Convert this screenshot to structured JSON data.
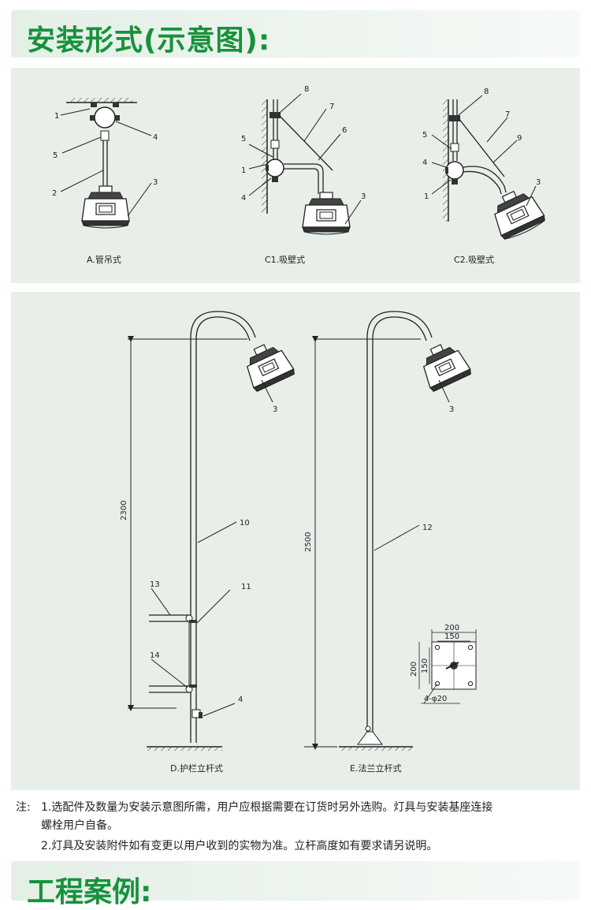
{
  "header": {
    "title": "安装形式(示意图):"
  },
  "diagram_top": {
    "captions": [
      "A.管吊式",
      "C1.吸壁式",
      "C2.吸壁式"
    ],
    "a_numbers": [
      "1",
      "4",
      "5",
      "2",
      "3"
    ],
    "c1_numbers": [
      "8",
      "7",
      "5",
      "6",
      "1",
      "4",
      "3"
    ],
    "c2_numbers": [
      "8",
      "7",
      "5",
      "9",
      "4",
      "1",
      "3"
    ]
  },
  "diagram_bottom": {
    "captions": [
      "D.护栏立杆式",
      "E.法兰立杆式"
    ],
    "d_numbers": [
      "3",
      "10",
      "11",
      "13",
      "14",
      "4"
    ],
    "d_height": "2300",
    "e_numbers": [
      "3",
      "12"
    ],
    "e_height": "2500",
    "flange": {
      "outer": "200",
      "inner": "150",
      "side_outer": "200",
      "side_inner": "150",
      "holes": "4-φ20"
    }
  },
  "notes": {
    "prefix": "注:",
    "line1": "1.选配件及数量为安装示意图所需，用户应根据需要在订货时另外选购。灯具与安装基座连接",
    "line2": "螺栓用户自备。",
    "line3": "2.灯具及安装附件如有变更以用户收到的实物为准。立杆高度如有要求请另说明。"
  },
  "footer": {
    "title": "工程案例:"
  }
}
